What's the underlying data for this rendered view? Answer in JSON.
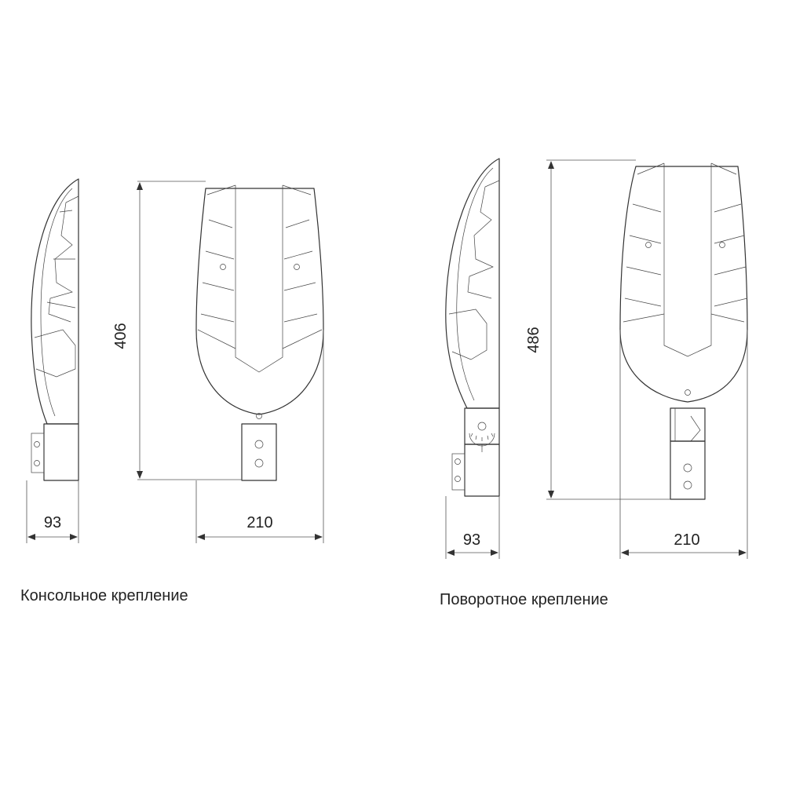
{
  "console": {
    "caption": "Консольное крепление",
    "dim_side_width": "93",
    "dim_front_width": "210",
    "dim_height": "406"
  },
  "swivel": {
    "caption": "Поворотное крепление",
    "dim_side_width": "93",
    "dim_front_width": "210",
    "dim_height": "486"
  },
  "colors": {
    "line": "#333333",
    "background": "#ffffff"
  }
}
